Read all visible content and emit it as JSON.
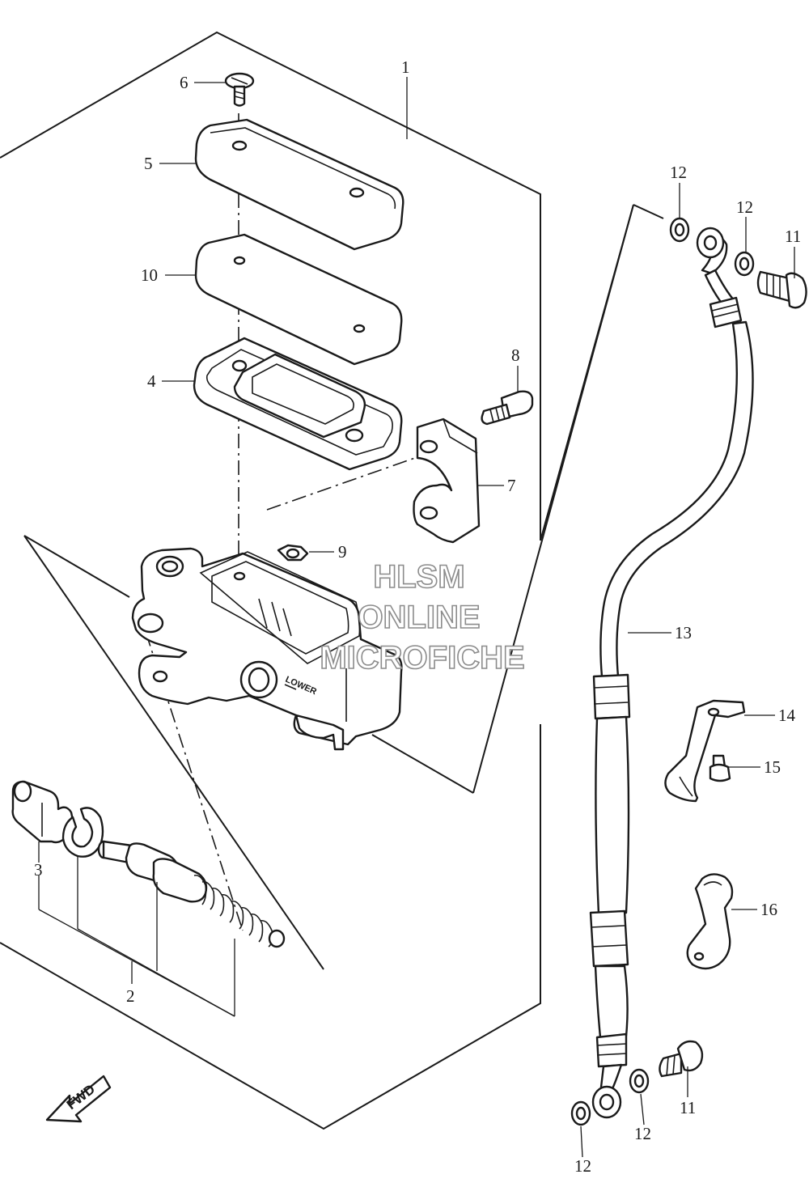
{
  "diagram": {
    "callouts": {
      "c1": "1",
      "c2": "2",
      "c3": "3",
      "c4": "4",
      "c5": "5",
      "c6": "6",
      "c7": "7",
      "c8": "8",
      "c9": "9",
      "c10": "10",
      "c11a": "11",
      "c11b": "11",
      "c12a": "12",
      "c12b": "12",
      "c12c": "12",
      "c12d": "12",
      "c13": "13",
      "c14": "14",
      "c15": "15",
      "c16": "16"
    },
    "body_marking": "LOWER",
    "fwd_marker": "FWD",
    "watermark": {
      "line1": "HLSM",
      "line2": "ONLINE",
      "line3": "MICROFICHE"
    }
  }
}
